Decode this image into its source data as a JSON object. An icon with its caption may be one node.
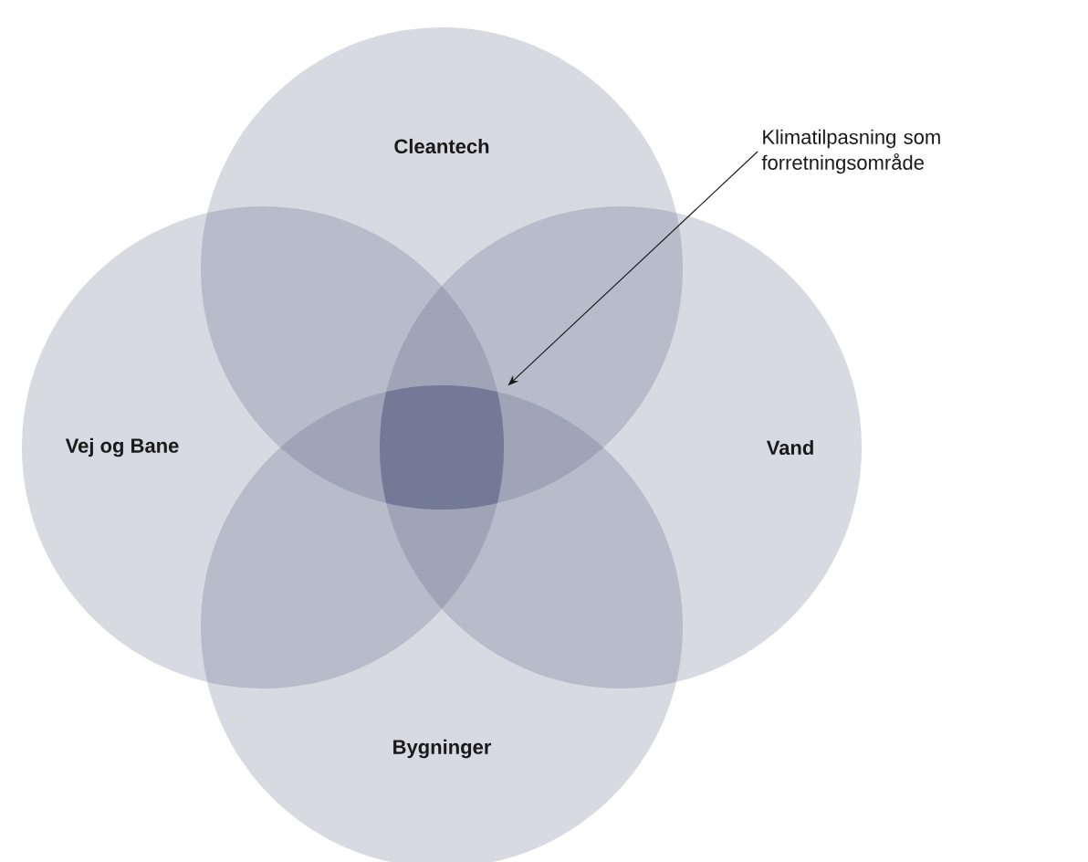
{
  "diagram": {
    "nodes": [
      {
        "text": [
          "Cleantech"
        ]
      },
      {
        "text": [
          "Vej og Bane"
        ]
      },
      {
        "text": [
          "Vand"
        ]
      },
      {
        "text": [
          "Bygninger"
        ]
      },
      {
        "text": [
          "Klimatilpasning som forretningsområde"
        ]
      },
      {
        "text": [],
        "shape": "box"
      }
    ],
    "edges": [
      {
        "from": 4,
        "to": 5,
        "arrow": "to"
      }
    ]
  }
}
